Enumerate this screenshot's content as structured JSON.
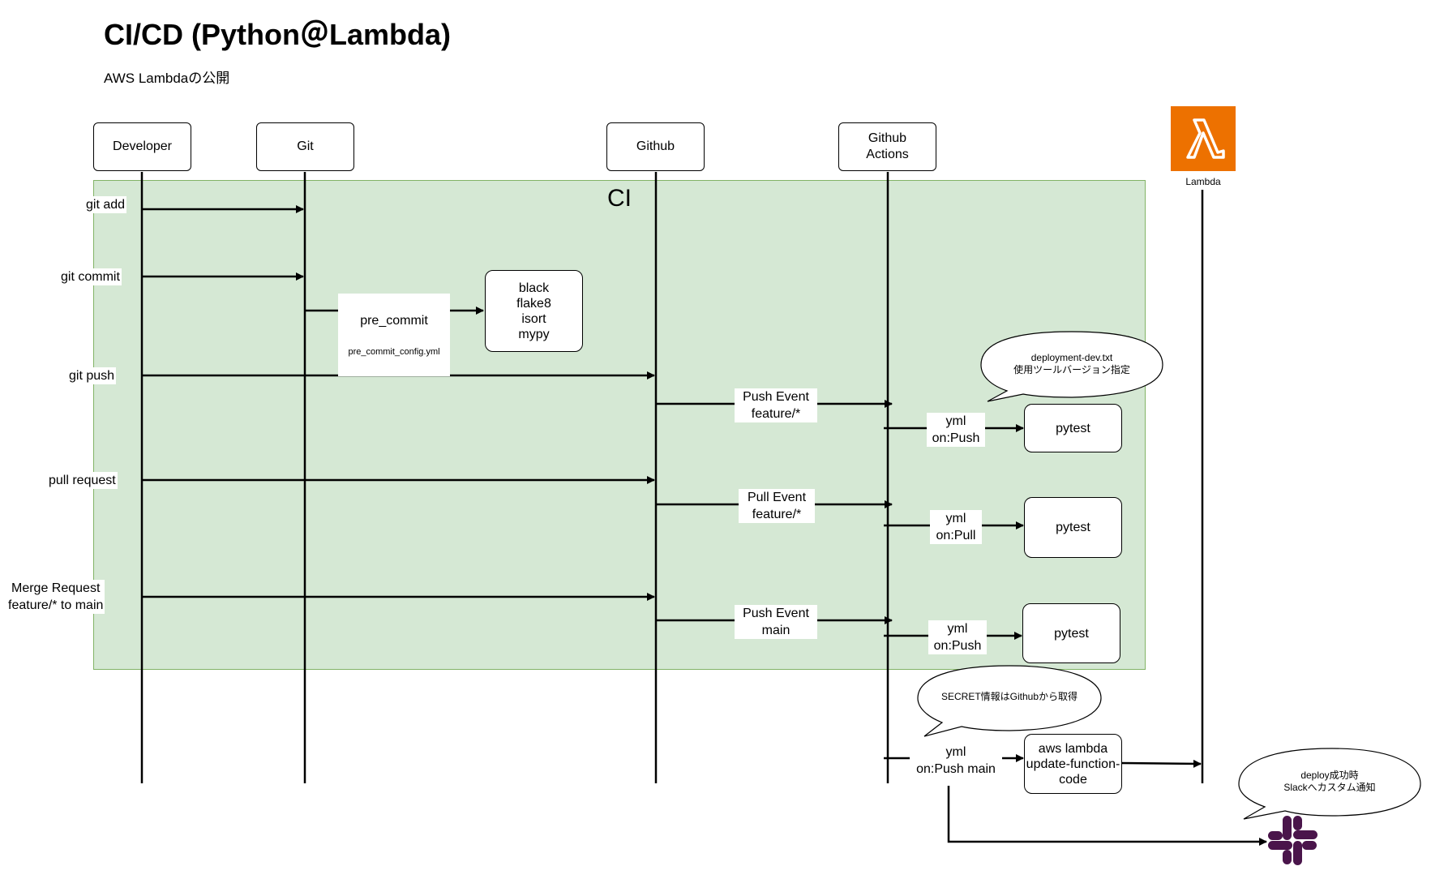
{
  "title": "CI/CD (Python＠Lambda)",
  "subtitle": "AWS Lambdaの公開",
  "ci_region_label": "CI",
  "actors": {
    "developer": "Developer",
    "git": "Git",
    "github": "Github",
    "github_actions": "Github\nActions",
    "lambda": "Lambda"
  },
  "developer_actions": {
    "git_add": "git add",
    "git_commit": "git commit",
    "git_push": "git push",
    "pull_request": "pull request",
    "merge_request": "Merge Request\nfeature/* to main"
  },
  "pre_commit": {
    "label": "pre_commit",
    "config": "pre_commit_config.yml",
    "tools": "black\nflake8\nisort\nmypy"
  },
  "events": {
    "push_feature": "Push Event\nfeature/*",
    "pull_feature": "Pull Event\nfeature/*",
    "push_main": "Push Event\nmain"
  },
  "workflow_triggers": {
    "on_push": "yml\non:Push",
    "on_pull": "yml\non:Pull",
    "on_push_2": "yml\non:Push",
    "on_push_main": "yml\non:Push main"
  },
  "jobs": {
    "pytest_1": "pytest",
    "pytest_2": "pytest",
    "pytest_3": "pytest",
    "deploy": "aws lambda\nupdate-function-\ncode"
  },
  "notes": {
    "deployment": "deployment-dev.txt\n使用ツールバージョン指定",
    "secret": "SECRET情報はGithubから取得",
    "slack": "deploy成功時\nSlackへカスタム通知"
  },
  "colors": {
    "ci_fill": "#d5e8d4",
    "ci_border": "#82b366",
    "lambda_orange": "#ed7100",
    "slack_purple": "#4a154b"
  },
  "icons": {
    "lambda": "lambda-icon",
    "slack": "slack-icon"
  }
}
